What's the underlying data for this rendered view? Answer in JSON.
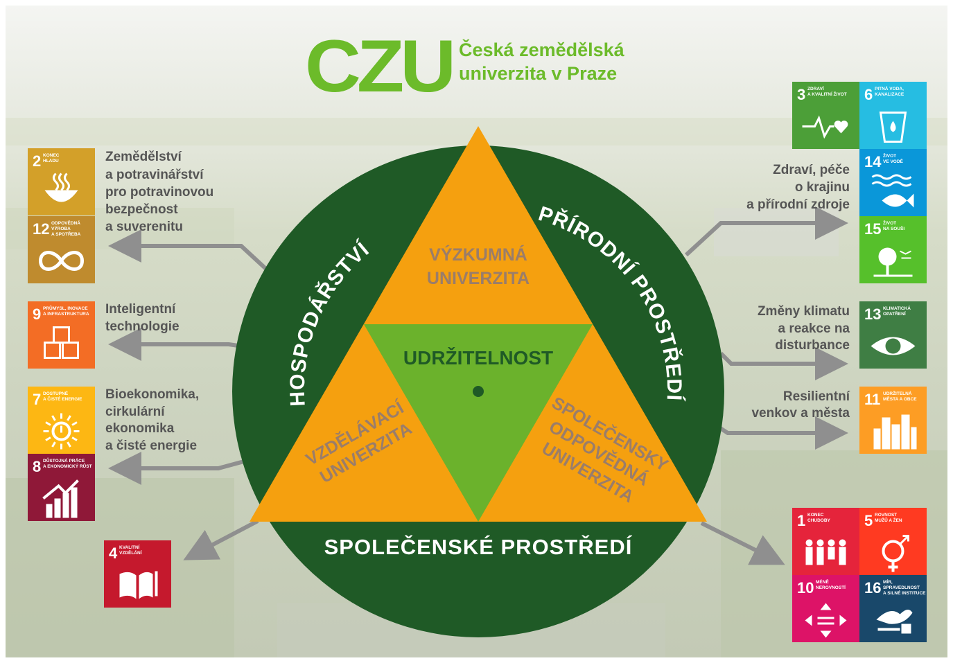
{
  "colors": {
    "dark_green": "#1f5a26",
    "orange": "#f5a00f",
    "light_green": "#6bb22c",
    "logo_green": "#6cbb2a",
    "muted_orange_text": "#9a7d6a",
    "arrow_gray": "#8f8f8f"
  },
  "logo": {
    "mark": "CZU",
    "line1": "Česká zemědělská",
    "line2": "univerzita v Praze"
  },
  "diagram": {
    "ring_top_left": "HOSPODÁŘSTVÍ",
    "ring_top_right": "PŘÍRODNÍ PROSTŘEDÍ",
    "ring_bottom": "SPOLEČENSKÉ PROSTŘEDÍ",
    "top_triangle": [
      "VÝZKUMNÁ",
      "UNIVERZITA"
    ],
    "left_triangle": [
      "VZDĚLÁVACÍ",
      "UNIVERZITA"
    ],
    "right_triangle": [
      "SPOLEČENSKY",
      "ODPOVĚDNÁ",
      "UNIVERZITA"
    ],
    "center": "UDRŽITELNOST"
  },
  "left_labels": [
    [
      "Zemědělství",
      "a potravinářství",
      "pro potravinovou",
      "bezpečnost",
      "a suverenitu"
    ],
    [
      "Inteligentní",
      "technologie"
    ],
    [
      "Bioekonomika,",
      "cirkulární",
      "ekonomika",
      "a čisté energie"
    ]
  ],
  "right_labels": [
    [
      "Zdraví, péče",
      "o krajinu",
      "a přírodní zdroje"
    ],
    [
      "Změny klimatu",
      "a reakce na",
      "disturbance"
    ],
    [
      "Resilientní",
      "venkov a města"
    ]
  ],
  "sdgs": [
    {
      "id": "sdg2",
      "num": "2",
      "title": [
        "KONEC",
        "HLADU"
      ],
      "color": "#d3a029",
      "icon": "bowl-icon"
    },
    {
      "id": "sdg12",
      "num": "12",
      "title": [
        "ODPOVĚDNÁ",
        "VÝROBA",
        "A SPOTŘEBA"
      ],
      "color": "#bf8b2e",
      "icon": "infinity-icon"
    },
    {
      "id": "sdg9",
      "num": "9",
      "title": [
        "PRŮMYSL, INOVACE",
        "A INFRASTRUKTURA"
      ],
      "color": "#f36d25",
      "icon": "cubes-icon"
    },
    {
      "id": "sdg7",
      "num": "7",
      "title": [
        "DOSTUPNÉ",
        "A ČISTÉ ENERGIE"
      ],
      "color": "#fdb713",
      "icon": "sun-power-icon"
    },
    {
      "id": "sdg8",
      "num": "8",
      "title": [
        "DŮSTOJNÁ PRÁCE",
        "A EKONOMICKÝ RŮST"
      ],
      "color": "#8f1838",
      "icon": "growth-chart-icon"
    },
    {
      "id": "sdg4",
      "num": "4",
      "title": [
        "KVALITNÍ",
        "VZDĚLÁNÍ"
      ],
      "color": "#c5192d",
      "icon": "book-icon"
    },
    {
      "id": "sdg3",
      "num": "3",
      "title": [
        "ZDRAVÍ",
        "A KVALITNÍ ŽIVOT"
      ],
      "color": "#4c9f38",
      "icon": "heartbeat-icon"
    },
    {
      "id": "sdg6",
      "num": "6",
      "title": [
        "PITNÁ VODA,",
        "KANALIZACE"
      ],
      "color": "#26bde2",
      "icon": "water-glass-icon"
    },
    {
      "id": "sdg14",
      "num": "14",
      "title": [
        "ŽIVOT",
        "VE VODĚ"
      ],
      "color": "#0a97d9",
      "icon": "fish-icon"
    },
    {
      "id": "sdg15",
      "num": "15",
      "title": [
        "ŽIVOT",
        "NA SOUŠI"
      ],
      "color": "#56c02b",
      "icon": "tree-icon"
    },
    {
      "id": "sdg13",
      "num": "13",
      "title": [
        "KLIMATICKÁ",
        "OPATŘENÍ"
      ],
      "color": "#3f7e44",
      "icon": "eye-earth-icon"
    },
    {
      "id": "sdg11",
      "num": "11",
      "title": [
        "UDRŽITELNÁ",
        "MĚSTA A OBCE"
      ],
      "color": "#fd9d24",
      "icon": "city-icon"
    },
    {
      "id": "sdg1",
      "num": "1",
      "title": [
        "KONEC",
        "CHUDOBY"
      ],
      "color": "#e5243b",
      "icon": "family-icon"
    },
    {
      "id": "sdg5",
      "num": "5",
      "title": [
        "ROVNOST",
        "MUŽŮ A ŽEN"
      ],
      "color": "#ff3a21",
      "icon": "gender-icon"
    },
    {
      "id": "sdg10",
      "num": "10",
      "title": [
        "MÉNĚ",
        "NEROVNOSTÍ"
      ],
      "color": "#dd1367",
      "icon": "arrows-icon"
    },
    {
      "id": "sdg16",
      "num": "16",
      "title": [
        "MÍR,",
        "SPRAVEDLNOST",
        "A SILNÉ INSTITUCE"
      ],
      "color": "#19486a",
      "icon": "dove-icon"
    }
  ]
}
